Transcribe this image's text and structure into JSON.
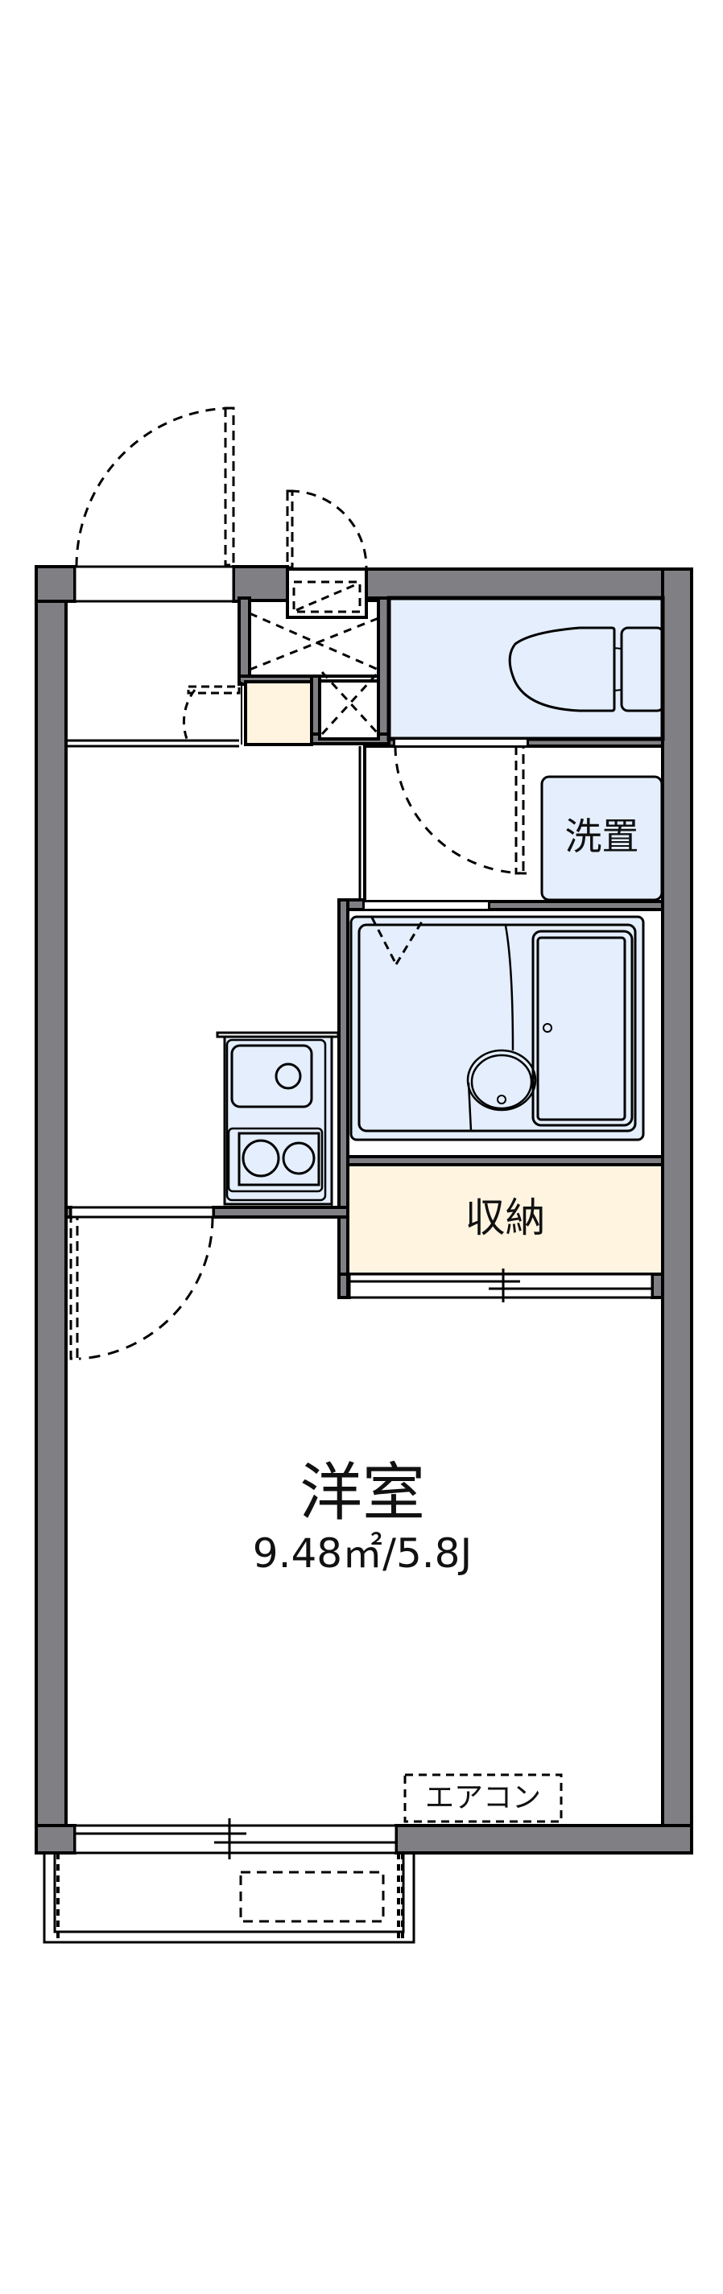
{
  "floorplan": {
    "colors": {
      "wall": "#807f84",
      "wet_area": "#e4eefc",
      "storage": "#fff4e0",
      "line": "#000000",
      "background": "#ffffff"
    },
    "rooms": {
      "western_room": {
        "label": "洋室",
        "area": "9.48㎡/5.8J"
      },
      "storage": {
        "label": "収納"
      },
      "washer_space": {
        "label": "洗置"
      },
      "air_conditioner": {
        "label": "エアコン"
      }
    },
    "fixtures": [
      "entrance-door",
      "shoe-cabinet",
      "pipe-shaft",
      "toilet",
      "washer-space",
      "unit-bath",
      "kitchen-sink",
      "two-burner-stove",
      "storage-closet",
      "sliding-window",
      "balcony",
      "outdoor-unit"
    ]
  }
}
